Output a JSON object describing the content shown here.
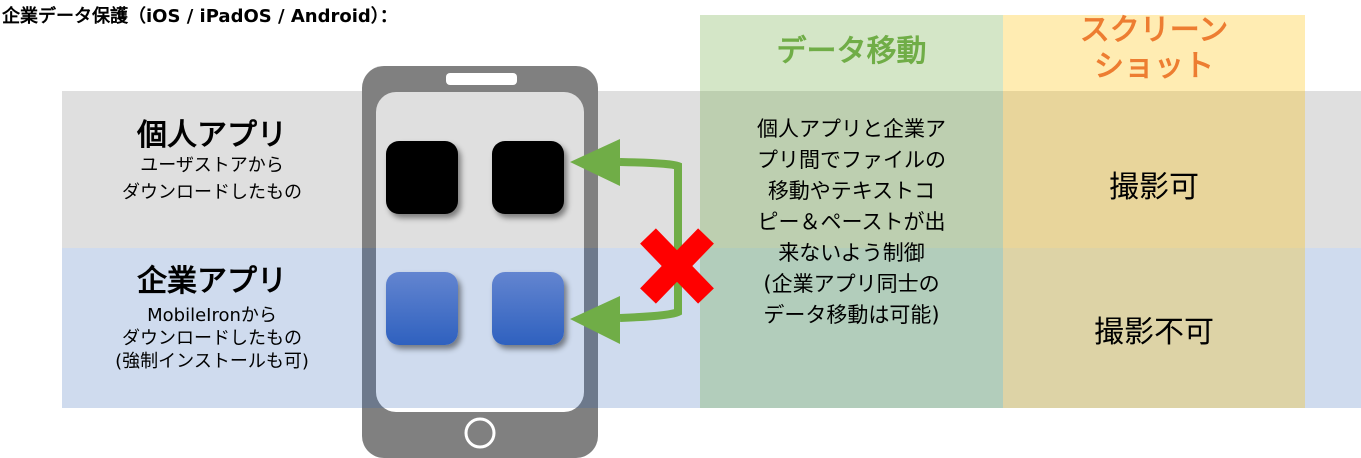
{
  "title": "企業データ保護（iOS  / iPadOS / Android）：",
  "columns": {
    "data_transfer": "データ移動",
    "screenshot_line1": "スクリーン",
    "screenshot_line2": "ショット"
  },
  "rows": {
    "personal": {
      "heading": "個人アプリ",
      "desc_line1": "ユーザストアから",
      "desc_line2": "ダウンロードしたもの",
      "screenshot": "撮影可"
    },
    "corporate": {
      "heading": "企業アプリ",
      "desc_line1": "MobileIronから",
      "desc_line2": "ダウンロードしたもの",
      "desc_line3": "(強制インストールも可)",
      "screenshot": "撮影不可"
    }
  },
  "data_transfer_text": {
    "lines": [
      "個人アプリと企業ア",
      "プリ間でファイルの",
      "移動やテキストコ",
      "ピー＆ペーストが出",
      "来ないよう制御",
      "(企業アプリ同士の",
      "データ移動は可能)"
    ]
  },
  "colors": {
    "green": "#70ad47",
    "orange": "#ed7d31",
    "red": "#ff0000",
    "phone": "#808080"
  }
}
